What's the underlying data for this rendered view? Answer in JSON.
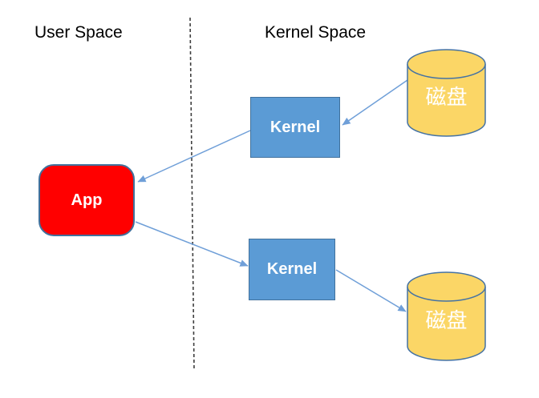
{
  "diagram": {
    "user_space_label": "User Space",
    "kernel_space_label": "Kernel Space",
    "nodes": {
      "app": {
        "label": "App",
        "fill": "#ff0000",
        "border": "#41719c",
        "text_color": "#ffffff"
      },
      "kernel_top": {
        "label": "Kernel",
        "fill": "#5b9bd5",
        "border": "#41719c",
        "text_color": "#ffffff"
      },
      "kernel_bottom": {
        "label": "Kernel",
        "fill": "#5b9bd5",
        "border": "#41719c",
        "text_color": "#ffffff"
      },
      "disk_top": {
        "label": "磁盘",
        "fill": "#fbd666",
        "border": "#4472a4",
        "text_color": "#ffffff"
      },
      "disk_bottom": {
        "label": "磁盘",
        "fill": "#fbd666",
        "border": "#4472a4",
        "text_color": "#ffffff"
      }
    },
    "edges": [
      {
        "from": "disk_top",
        "to": "kernel_top"
      },
      {
        "from": "kernel_top",
        "to": "app"
      },
      {
        "from": "app",
        "to": "kernel_bottom"
      },
      {
        "from": "kernel_bottom",
        "to": "disk_bottom"
      }
    ],
    "colors": {
      "arrow": "#6f9fd8",
      "separator": "#3f3f3f",
      "heading_text": "#000000",
      "background": "#ffffff"
    }
  }
}
